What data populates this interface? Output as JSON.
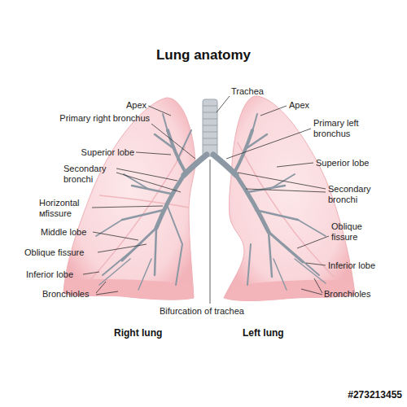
{
  "diagram": {
    "title": "Lung anatomy",
    "labels": [
      "Trachea",
      "Apex",
      "Apex",
      "Primary right bronchus",
      "Primary left bronchus",
      "Superior lobe",
      "Superior lobe",
      "Secondary bronchi",
      "Secondary bronchi",
      "Horizontal мfissure",
      "Middle lobe",
      "Oblique fissure",
      "Oblique fissure",
      "Inferior lobe",
      "Inferior lobe",
      "Bronchioles",
      "Bronchioles",
      "Bifurcation of trachea",
      "Right lung",
      "Left lung",
      "#273213455"
    ]
  }
}
